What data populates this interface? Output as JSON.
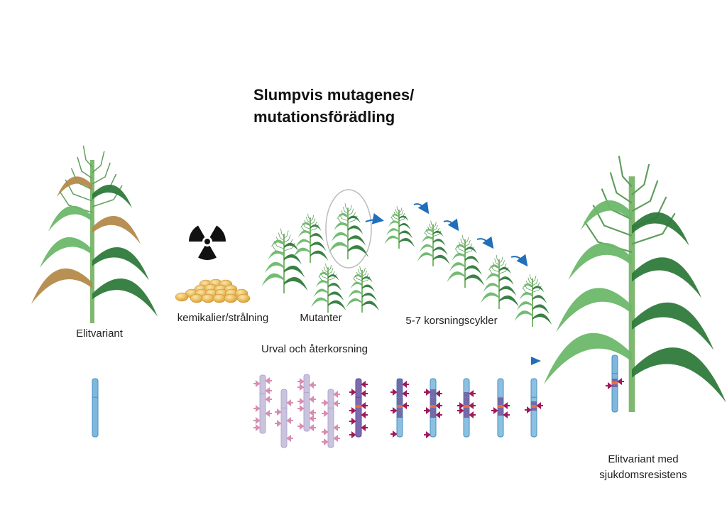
{
  "title": {
    "line1": "Slumpvis mutagenes/",
    "line2": "mutationsförädling"
  },
  "labels": {
    "elite": "Elitvariant",
    "mutagen": "kemikalier/strålning",
    "mutants": "Mutanter",
    "cycles": "5-7 korsningscykler",
    "selection": "Urval och återkorsning",
    "result_line1": "Elitvariant med",
    "result_line2": "sjukdomsresistens"
  },
  "icons": [
    "radiation-icon",
    "seeds-icon",
    "maize-plant-icon",
    "chromosome-icon",
    "arrow-icon"
  ],
  "colors": {
    "arrow": "#1f6fba",
    "chromosome_blue": "#7fb8dc",
    "chromosome_purple": "#6e5a9e",
    "chromosome_light": "#c9c3dd",
    "marker": "#a0195a",
    "marker_light": "#d98cb4",
    "plant": "#3f8f4a"
  }
}
